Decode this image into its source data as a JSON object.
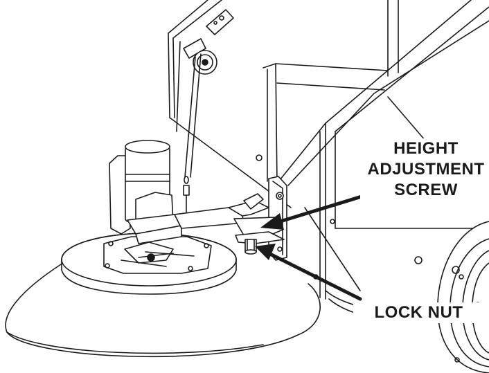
{
  "callouts": {
    "height_adjustment_screw": [
      "HEIGHT",
      "ADJUSTMENT",
      "SCREW"
    ],
    "lock_nut": "LOCK NUT"
  }
}
